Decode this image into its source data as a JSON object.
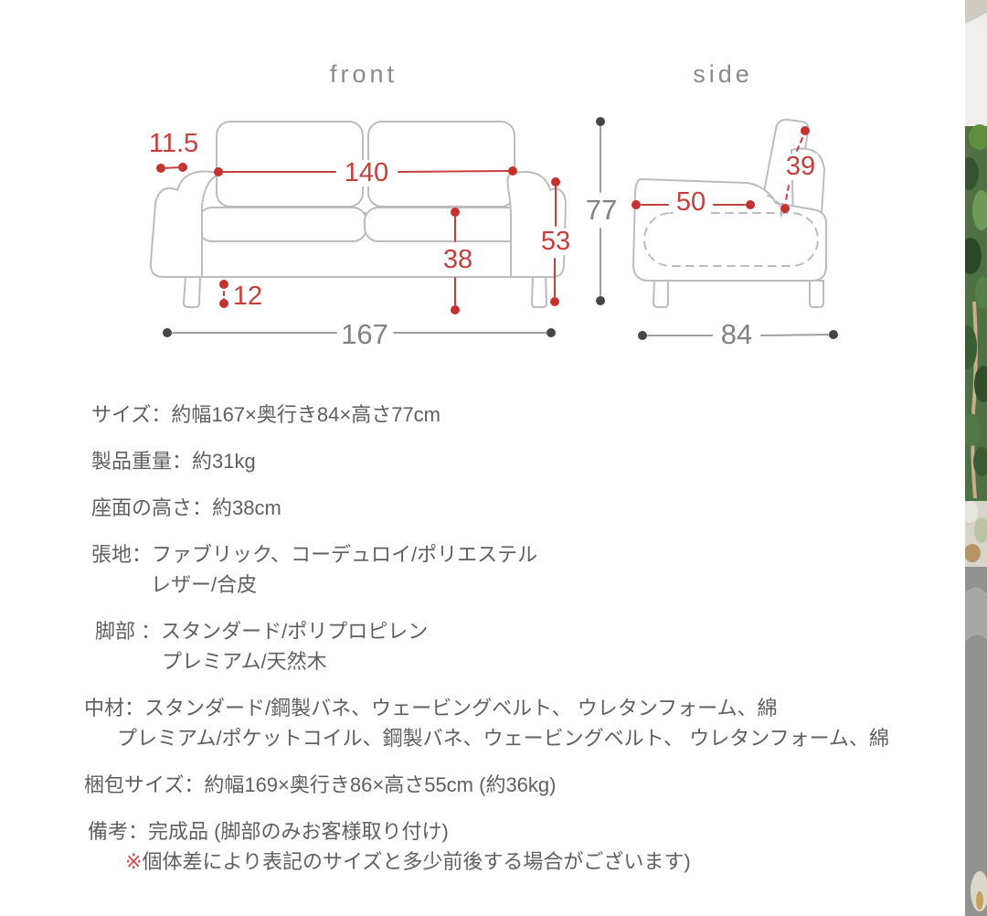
{
  "diagram": {
    "front": {
      "title": "front",
      "dims": {
        "arm_top_width": "11.5",
        "seat_width": "140",
        "seat_height": "38",
        "leg_height": "12",
        "arm_height": "53",
        "total_height": "77",
        "total_width": "167"
      }
    },
    "side": {
      "title": "side",
      "dims": {
        "back_cushion_height": "39",
        "seat_depth": "50",
        "total_depth": "84"
      }
    }
  },
  "specs": {
    "lines": [
      {
        "text": "サイズ：約幅167×奥行き84×高さ77cm"
      },
      {
        "text": "製品重量：約31kg"
      },
      {
        "text": "座面の高さ：約38cm"
      },
      {
        "text": "張地：ファブリック、コーデュロイ/ポリエステル"
      },
      {
        "text": "レザー/合皮"
      },
      {
        "text": "脚部 ：スタンダード/ポリプロピレン"
      },
      {
        "text": "プレミアム/天然木"
      },
      {
        "text": "中材：スタンダード/鋼製バネ、ウェービングベルト、 ウレタンフォーム、綿"
      },
      {
        "text": "プレミアム/ポケットコイル、鋼製バネ、ウェービングベルト、 ウレタンフォーム、綿"
      },
      {
        "text": "梱包サイズ：約幅169×奥行き86×高さ55cm (約36kg)"
      },
      {
        "text": "備考：完成品 (脚部のみお客様取り付け)"
      },
      {
        "prefix": "※",
        "text": "個体差により表記のサイズと多少前後する場合がございます)"
      }
    ]
  },
  "colors": {
    "dimension_red": "#c4403e",
    "measure_gray": "#828282",
    "outline_gray": "#bcbcbc",
    "spec_text_gray": "#5f5f5f"
  }
}
